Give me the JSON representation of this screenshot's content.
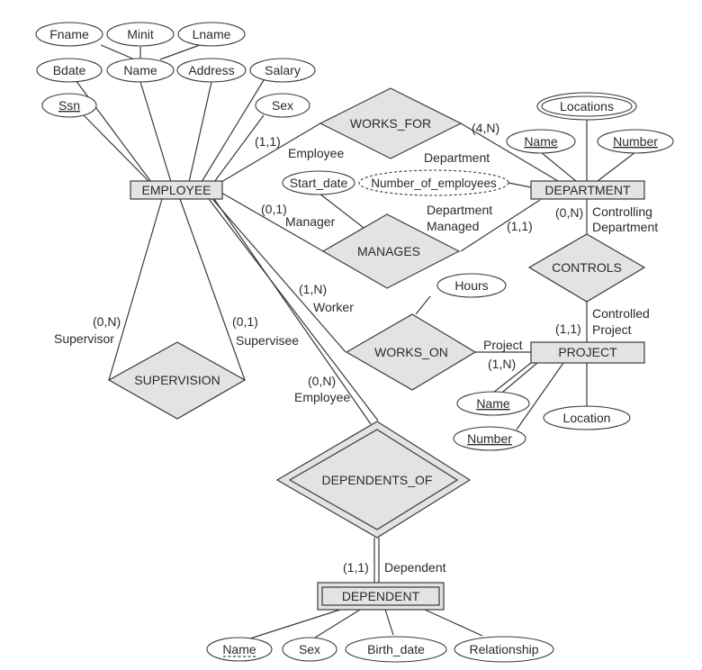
{
  "entities": {
    "employee": "EMPLOYEE",
    "department": "DEPARTMENT",
    "project": "PROJECT",
    "dependent": "DEPENDENT"
  },
  "relationships": {
    "works_for": "WORKS_FOR",
    "manages": "MANAGES",
    "controls": "CONTROLS",
    "works_on": "WORKS_ON",
    "supervision": "SUPERVISION",
    "dependents_of": "DEPENDENTS_OF"
  },
  "attributes": {
    "employee": {
      "fname": "Fname",
      "minit": "Minit",
      "lname": "Lname",
      "bdate": "Bdate",
      "name": "Name",
      "address": "Address",
      "salary": "Salary",
      "ssn": "Ssn",
      "sex": "Sex"
    },
    "department": {
      "locations": "Locations",
      "name": "Name",
      "number": "Number",
      "number_of_employees": "Number_of_employees"
    },
    "manages": {
      "start_date": "Start_date"
    },
    "works_on": {
      "hours": "Hours"
    },
    "project": {
      "name": "Name",
      "number": "Number",
      "location": "Location"
    },
    "dependent": {
      "name": "Name",
      "sex": "Sex",
      "birth_date": "Birth_date",
      "relationship": "Relationship"
    }
  },
  "cardinalities": {
    "works_for_employee": "(1,1)",
    "works_for_department": "(4,N)",
    "manages_employee": "(0,1)",
    "manages_department": "(1,1)",
    "controls_department": "(0,N)",
    "controls_project": "(1,1)",
    "works_on_employee": "(1,N)",
    "works_on_project": "(1,N)",
    "supervision_supervisor": "(0,N)",
    "supervision_supervisee": "(0,1)",
    "dependents_of_employee": "(0,N)",
    "dependents_of_dependent": "(1,1)"
  },
  "roles": {
    "works_for_employee": "Employee",
    "works_for_department": "Department",
    "manages_manager": "Manager",
    "manages_department_1": "Department",
    "manages_department_2": "Managed",
    "controls_controlling_1": "Controlling",
    "controls_controlling_2": "Department",
    "controls_controlled_1": "Controlled",
    "controls_controlled_2": "Project",
    "works_on_worker": "Worker",
    "works_on_project": "Project",
    "supervision_supervisor": "Supervisor",
    "supervision_supervisee": "Supervisee",
    "dependents_of_employee": "Employee",
    "dependents_of_dependent": "Dependent"
  }
}
